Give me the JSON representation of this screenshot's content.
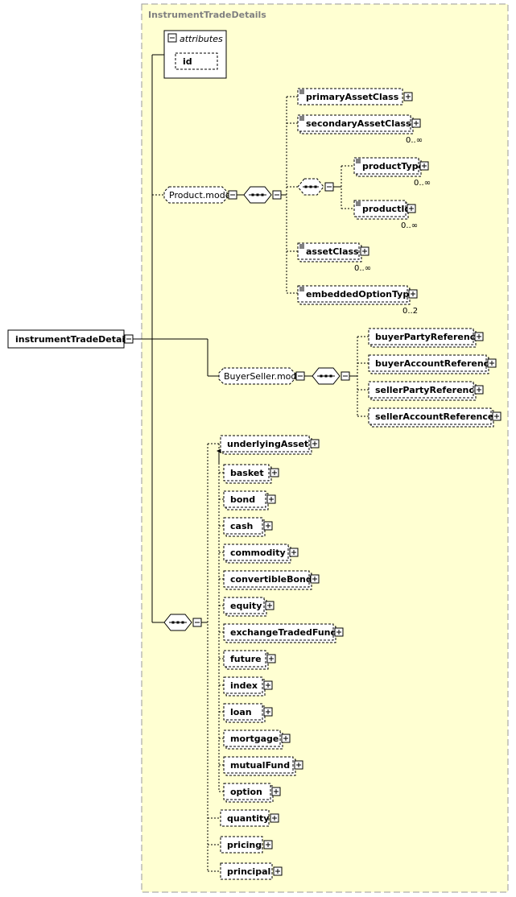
{
  "complex_type": {
    "title": "InstrumentTradeDetails",
    "fill": "#ffffd2",
    "border": "#999999"
  },
  "root": {
    "label": "instrumentTradeDetails"
  },
  "attributes": {
    "header": "attributes",
    "items": [
      "id"
    ]
  },
  "product_model": {
    "label": "Product.model",
    "elements": [
      {
        "label": "primaryAssetClass",
        "card": ""
      },
      {
        "label": "secondaryAssetClass",
        "card": "0..∞"
      },
      {
        "label": "assetClass",
        "card": "0..∞"
      },
      {
        "label": "embeddedOptionType",
        "card": "0..2"
      }
    ],
    "choice": [
      {
        "label": "productType",
        "card": "0..∞"
      },
      {
        "label": "productId",
        "card": "0..∞"
      }
    ]
  },
  "buyer_seller_model": {
    "label": "BuyerSeller.model",
    "elements": [
      {
        "label": "buyerPartyReference"
      },
      {
        "label": "buyerAccountReference"
      },
      {
        "label": "sellerPartyReference"
      },
      {
        "label": "sellerAccountReference"
      }
    ]
  },
  "underlying": {
    "head": "underlyingAsset",
    "substitutes": [
      "basket",
      "bond",
      "cash",
      "commodity",
      "convertibleBond",
      "equity",
      "exchangeTradedFund",
      "future",
      "index",
      "loan",
      "mortgage",
      "mutualFund",
      "option"
    ]
  },
  "tail_elements": [
    "quantity",
    "pricing",
    "principal"
  ]
}
